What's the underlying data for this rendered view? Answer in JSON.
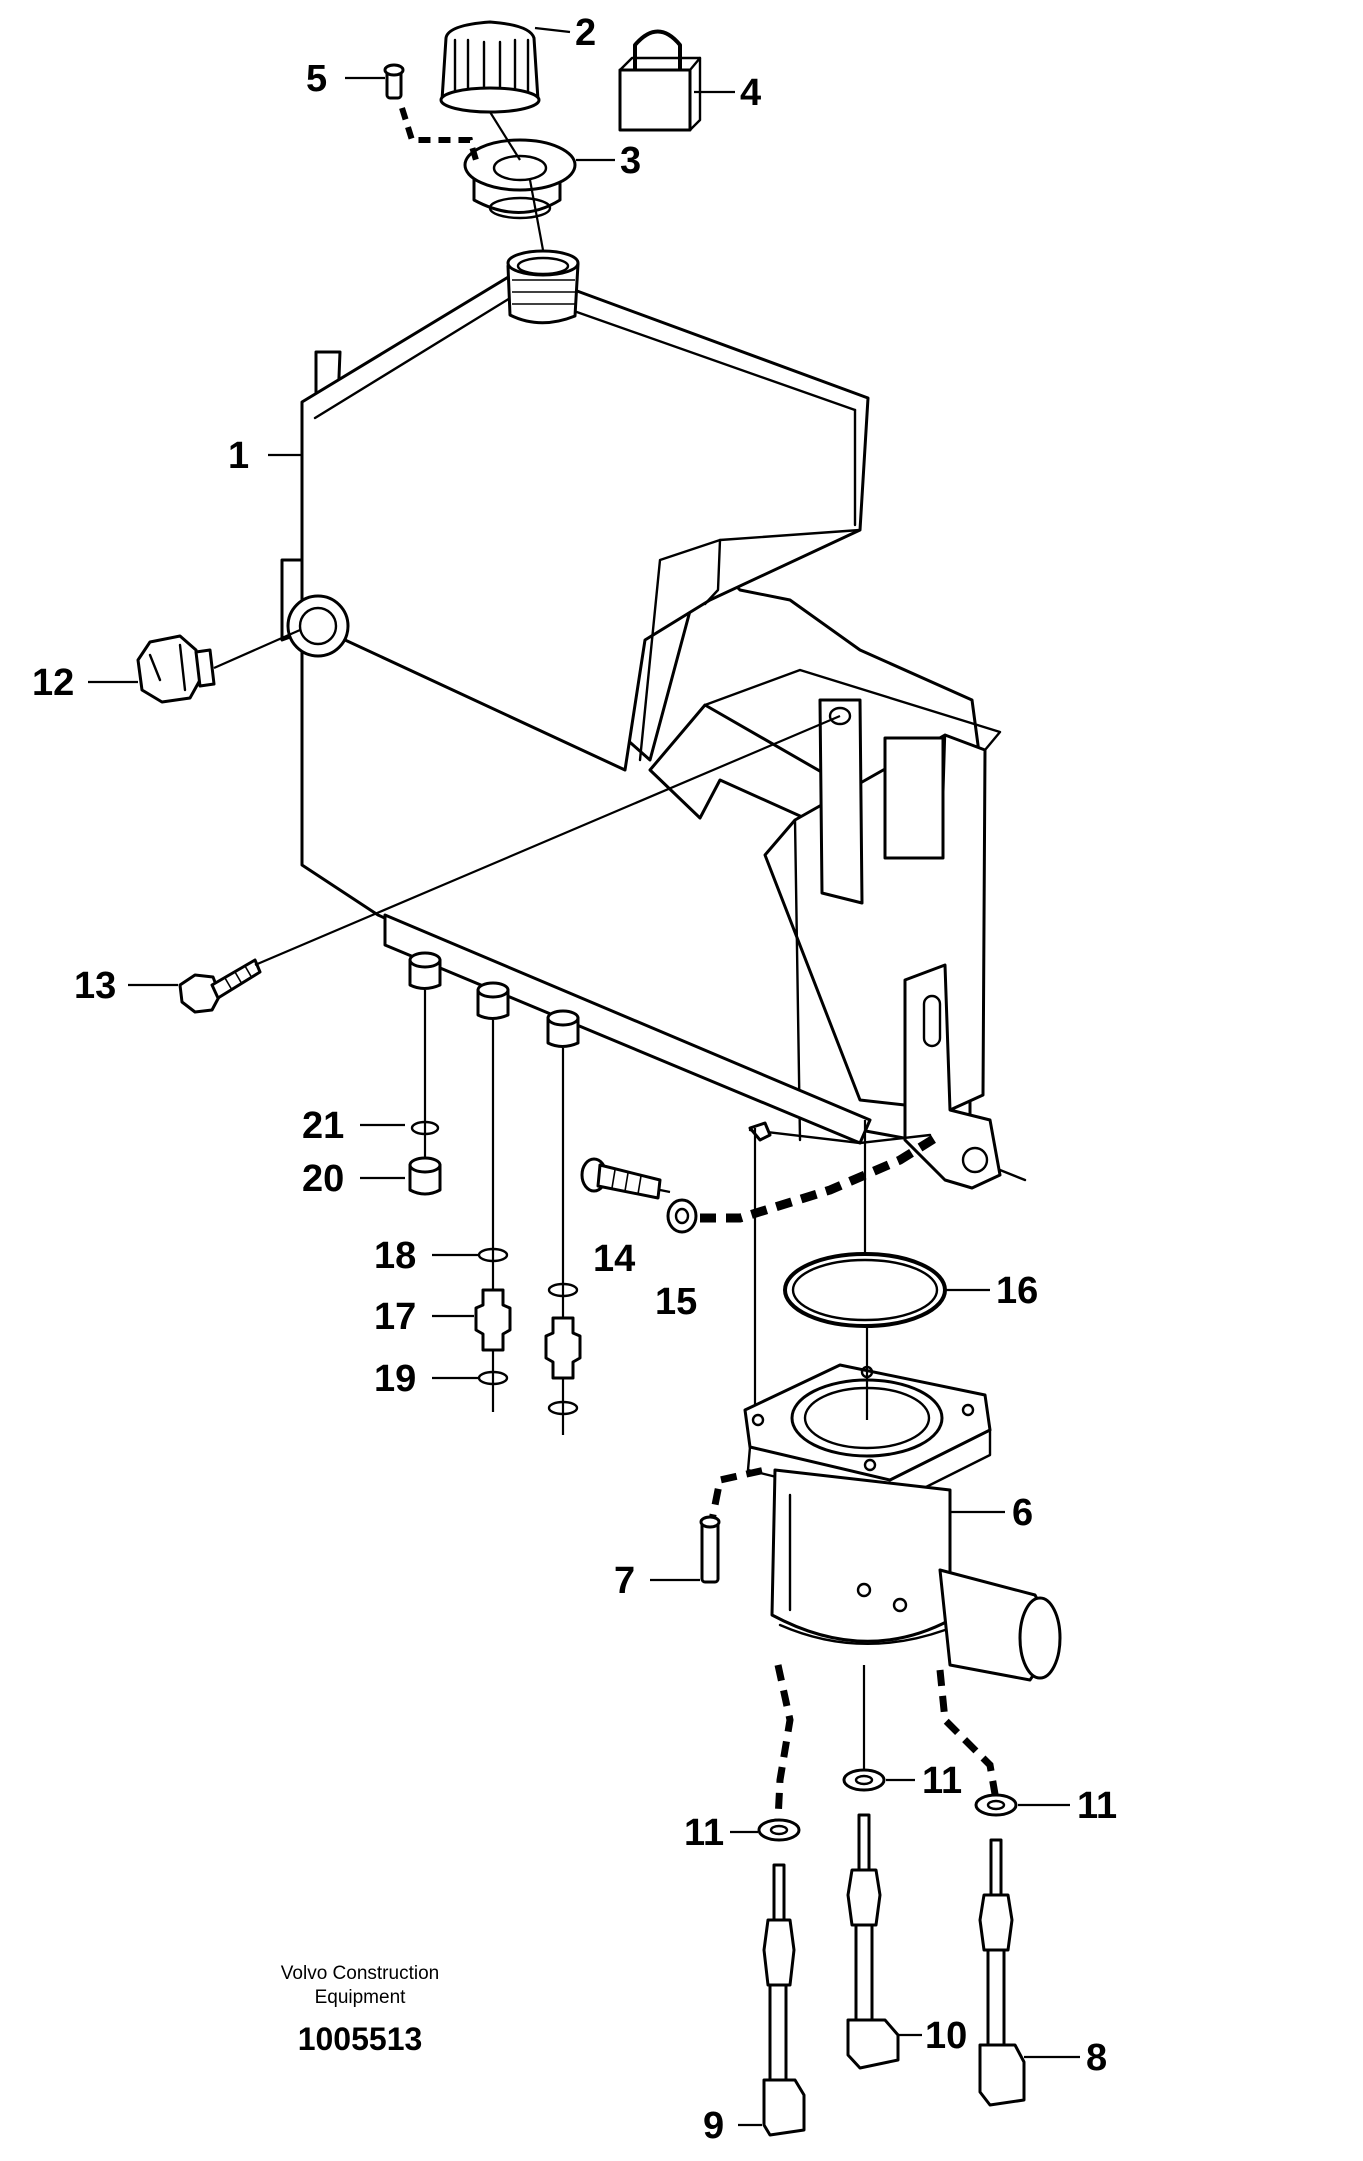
{
  "caption": {
    "company_line1": "Volvo Construction",
    "company_line2": "Equipment",
    "drawing_number": "1005513"
  },
  "callouts": {
    "c1": "1",
    "c2": "2",
    "c3": "3",
    "c4": "4",
    "c5": "5",
    "c6": "6",
    "c7": "7",
    "c8": "8",
    "c9": "9",
    "c10": "10",
    "c11a": "11",
    "c11b": "11",
    "c11c": "11",
    "c12": "12",
    "c13": "13",
    "c14": "14",
    "c15": "15",
    "c16": "16",
    "c17": "17",
    "c18": "18",
    "c19": "19",
    "c20": "20",
    "c21": "21"
  }
}
